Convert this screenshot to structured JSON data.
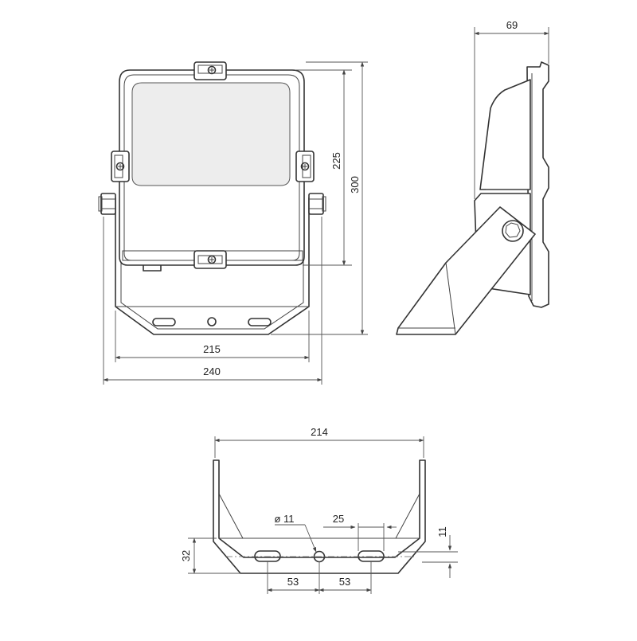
{
  "front_view": {
    "width_215": "215",
    "width_240": "240",
    "height_225": "225",
    "height_300": "300"
  },
  "side_view": {
    "depth_69": "69"
  },
  "bracket_view": {
    "width_214": "214",
    "hole_diameter": "ø 11",
    "slot_length_25": "25",
    "offset_11": "11",
    "height_32": "32",
    "slot_spacing_left": "53",
    "slot_spacing_right": "53"
  }
}
